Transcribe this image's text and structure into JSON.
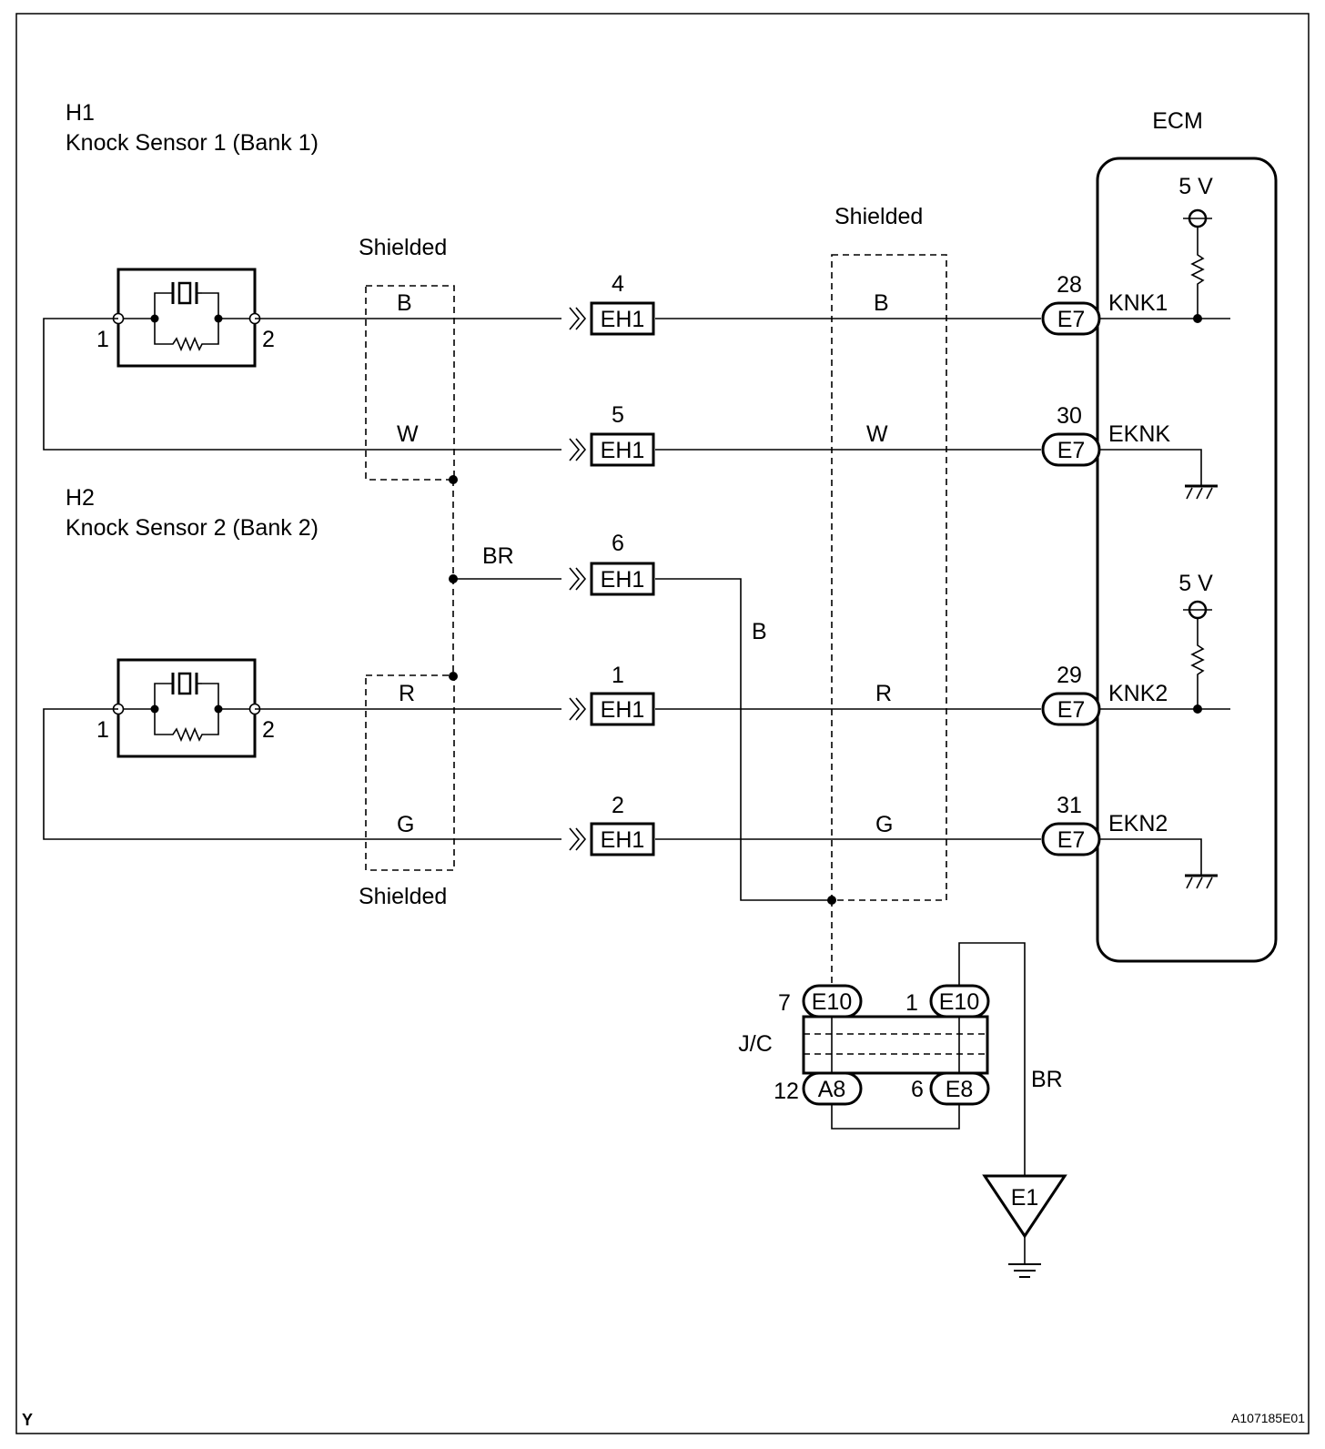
{
  "sensors": [
    {
      "code": "H1",
      "name": "Knock Sensor 1 (Bank 1)",
      "pin_left": "1",
      "pin_right": "2"
    },
    {
      "code": "H2",
      "name": "Knock Sensor 2 (Bank 2)",
      "pin_left": "1",
      "pin_right": "2"
    }
  ],
  "shield_label": "Shielded",
  "wire_colors": {
    "b": "B",
    "w": "W",
    "br": "BR",
    "r": "R",
    "g": "G"
  },
  "connector_eh1": {
    "name": "EH1",
    "pins": [
      "4",
      "5",
      "6",
      "1",
      "2"
    ]
  },
  "ecm": {
    "title": "ECM",
    "connector": "E7",
    "supply": "5 V",
    "terminals": [
      {
        "pin": "28",
        "name": "KNK1"
      },
      {
        "pin": "30",
        "name": "EKNK"
      },
      {
        "pin": "29",
        "name": "KNK2"
      },
      {
        "pin": "31",
        "name": "EKN2"
      }
    ]
  },
  "junction": {
    "label": "J/C",
    "top_left": {
      "pin": "7",
      "conn": "E10"
    },
    "top_right": {
      "pin": "1",
      "conn": "E10"
    },
    "bottom_left": {
      "pin": "12",
      "conn": "A8"
    },
    "bottom_right": {
      "pin": "6",
      "conn": "E8"
    }
  },
  "ground": {
    "name": "E1"
  },
  "footer": {
    "left": "Y",
    "right": "A107185E01"
  }
}
